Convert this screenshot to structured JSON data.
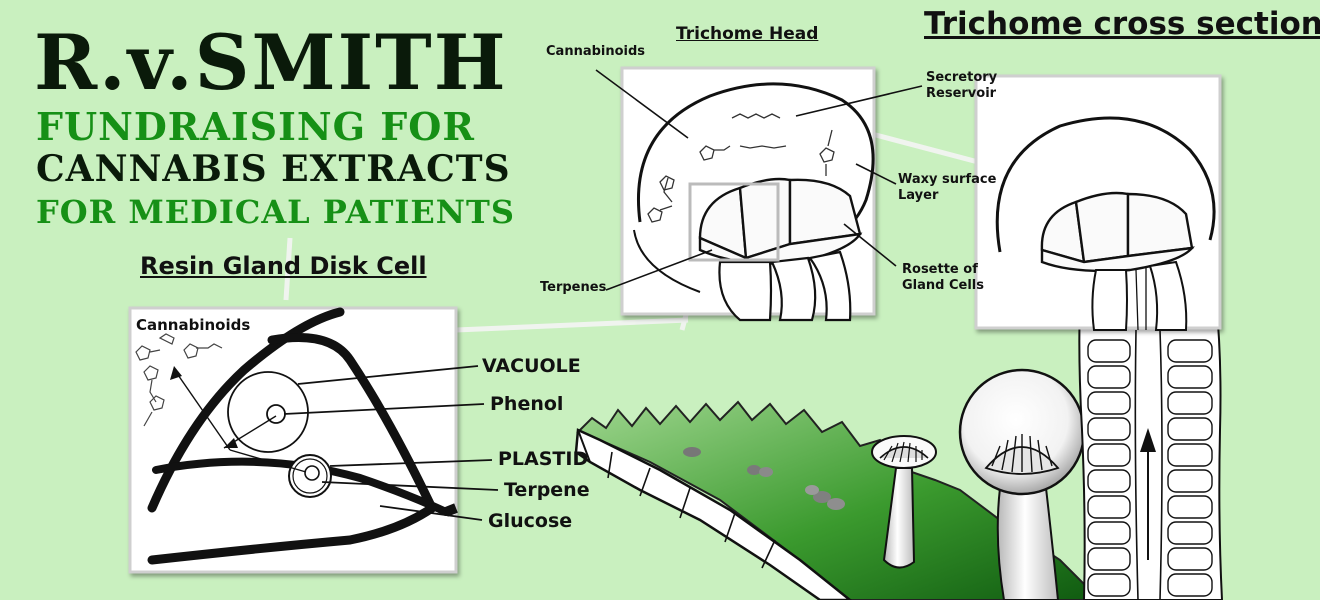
{
  "logo": {
    "line1": "R.v.SMITH",
    "line2": "FUNDRAISING FOR",
    "line3": "CANNABIS EXTRACTS",
    "line4": "FOR MEDICAL PATIENTS"
  },
  "headings": {
    "trichome_head": "Trichome Head",
    "cross_section": "Trichome cross section",
    "disk_cell": "Resin Gland Disk Cell"
  },
  "trichome_head_labels": {
    "cannabinoids": "Cannabinoids",
    "secretory_reservoir_1": "Secretory",
    "secretory_reservoir_2": "Reservoir",
    "waxy_1": "Waxy surface",
    "waxy_2": "Layer",
    "terpenes": "Terpenes",
    "rosette_1": "Rosette of",
    "rosette_2": "Gland Cells"
  },
  "disk_cell_labels": {
    "cannabinoids": "Cannabinoids",
    "vacuole": "VACUOLE",
    "phenol": "Phenol",
    "plastid": "PLASTID",
    "terpene": "Terpene",
    "glucose": "Glucose"
  },
  "colors": {
    "background": "#c9f0bf",
    "brand_green": "#169016",
    "ink": "#111111",
    "leaf_green": "#2e8a22"
  }
}
